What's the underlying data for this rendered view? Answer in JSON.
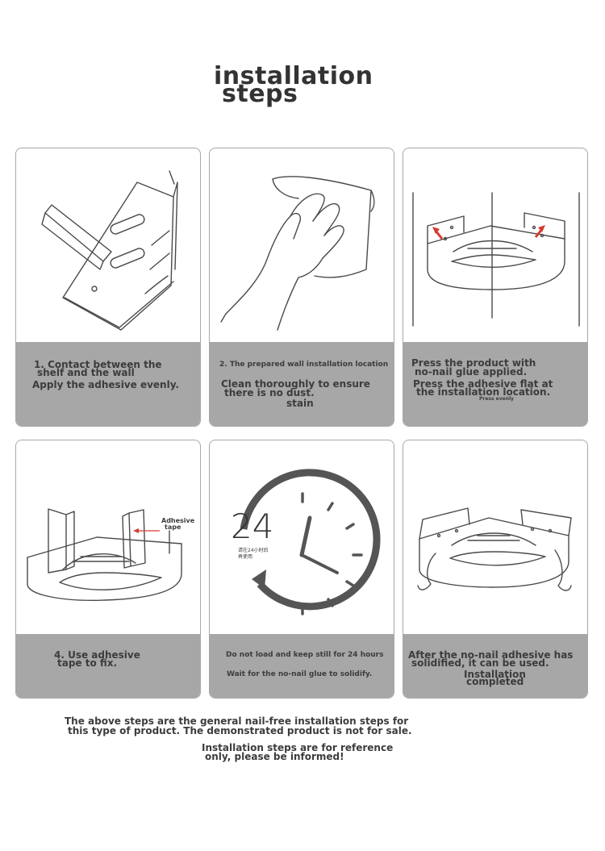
{
  "title": {
    "line1": "installation",
    "line2": "steps"
  },
  "steps": [
    {
      "lines": [
        "1. Contact between the",
        "shelf and the wall",
        "Apply the adhesive evenly."
      ]
    },
    {
      "lines": [
        "2. The prepared wall installation location",
        "Clean thoroughly to ensure",
        "there is no dust.",
        "stain"
      ]
    },
    {
      "lines": [
        "Press the product with",
        "no-nail glue applied.",
        "Press the adhesive flat at",
        "the installation location.",
        "Press evenly"
      ]
    },
    {
      "lines": [
        "4. Use adhesive",
        "tape to fix."
      ],
      "callout": [
        "Adhesive",
        "tape"
      ]
    },
    {
      "lines": [
        "Do not load and keep still for 24 hours",
        "Wait for the no-nail glue to solidify."
      ],
      "clock": {
        "number": "24",
        "caption": [
          "请在24小时后",
          "再使用"
        ]
      }
    },
    {
      "lines": [
        "After the no-nail adhesive has",
        "solidified, it can be used.",
        "Installation",
        "completed"
      ]
    }
  ],
  "footer": {
    "lines": [
      "The above steps are the general nail-free installation steps for",
      "this type of product. The demonstrated product is not for sale.",
      "Installation steps are for reference",
      "only, please be informed!"
    ]
  },
  "colors": {
    "band": "#a7a7a7",
    "arrow": "#d63a2f",
    "card_border": "#a8a8a8"
  }
}
